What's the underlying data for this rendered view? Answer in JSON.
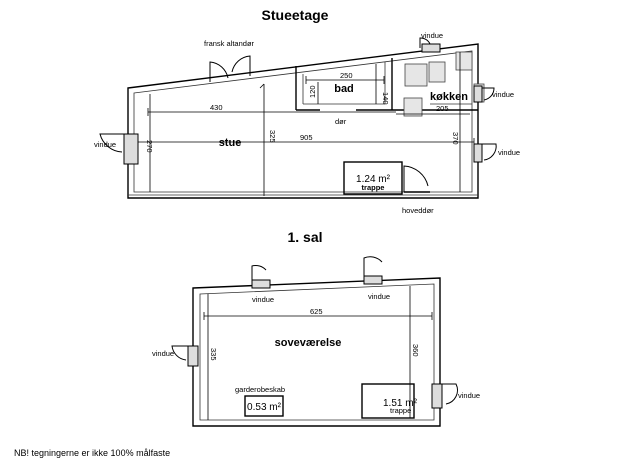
{
  "ground": {
    "title": "Stueetage",
    "rooms": {
      "stue": "stue",
      "bad": "bad",
      "kokken": "køkken"
    },
    "labels": {
      "fransk": "fransk altandør",
      "vindue_top": "vindue",
      "vindue_left": "vindue",
      "vindue_right1": "vindue",
      "vindue_right2": "vindue",
      "dor": "dør",
      "hoveddor": "hoveddør"
    },
    "dims": {
      "d250": "250",
      "d120": "120",
      "d140": "140",
      "d430": "430",
      "d205": "205",
      "d325": "325",
      "d370": "370",
      "d905": "905",
      "d270": "270"
    },
    "stair": {
      "area": "1.24 m²",
      "label": "trappe"
    }
  },
  "first": {
    "title": "1. sal",
    "rooms": {
      "sovevaerelse": "soveværelse"
    },
    "labels": {
      "vindue_top1": "vindue",
      "vindue_top2": "vindue",
      "vindue_left": "vindue",
      "vindue_right": "vindue",
      "garderobe": "garderobeskab"
    },
    "dims": {
      "d625": "625",
      "d335": "335",
      "d360": "360"
    },
    "wardrobe": {
      "area": "0.53 m²"
    },
    "stair": {
      "area": "1.51 m²",
      "label": "trappe"
    }
  },
  "note": "NB! tegningerne er ikke 100% målfaste"
}
